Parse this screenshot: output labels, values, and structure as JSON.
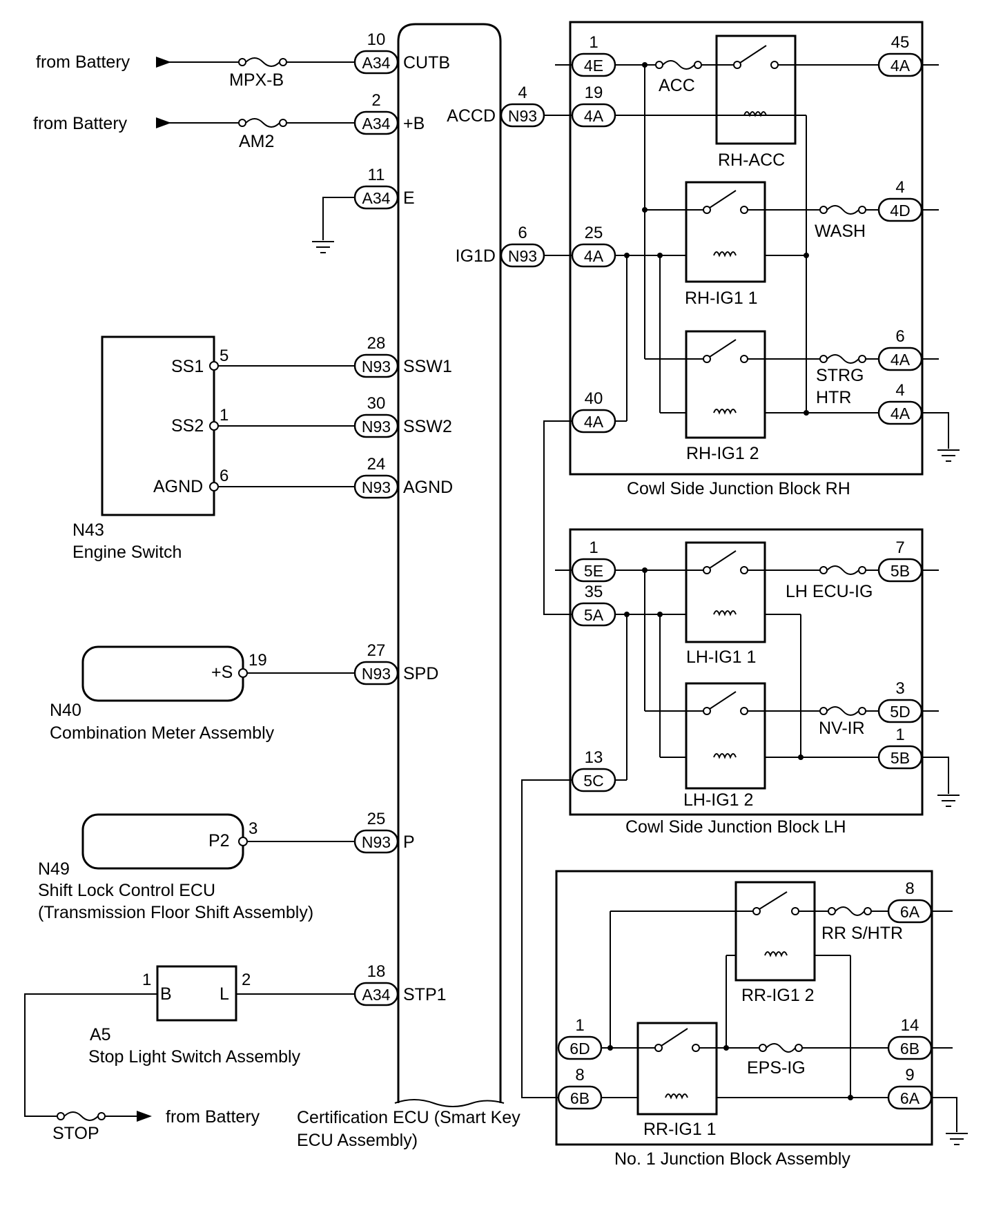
{
  "ecu": {
    "label_line1": "Certification ECU (Smart Key",
    "label_line2": "ECU Assembly)",
    "pins": [
      {
        "pin": "10",
        "conn": "A34",
        "name": "CUTB"
      },
      {
        "pin": "2",
        "conn": "A34",
        "name": "+B"
      },
      {
        "pin": "11",
        "conn": "A34",
        "name": "E"
      },
      {
        "pin": "28",
        "conn": "N93",
        "name": "SSW1"
      },
      {
        "pin": "30",
        "conn": "N93",
        "name": "SSW2"
      },
      {
        "pin": "24",
        "conn": "N93",
        "name": "AGND"
      },
      {
        "pin": "27",
        "conn": "N93",
        "name": "SPD"
      },
      {
        "pin": "25",
        "conn": "N93",
        "name": "P"
      },
      {
        "pin": "18",
        "conn": "A34",
        "name": "STP1"
      }
    ],
    "right_pins": [
      {
        "pin": "4",
        "conn": "N93",
        "name": "ACCD"
      },
      {
        "pin": "6",
        "conn": "N93",
        "name": "IG1D"
      }
    ]
  },
  "supplies": {
    "battery1": "from Battery",
    "battery2": "from Battery",
    "battery3": "from Battery",
    "fuse_mpxb": "MPX-B",
    "fuse_am2": "AM2",
    "fuse_stop": "STOP"
  },
  "engine_switch": {
    "code": "N43",
    "name": "Engine Switch",
    "pins": [
      {
        "name": "SS1",
        "pin": "5"
      },
      {
        "name": "SS2",
        "pin": "1"
      },
      {
        "name": "AGND",
        "pin": "6"
      }
    ]
  },
  "combination_meter": {
    "code": "N40",
    "name": "Combination Meter Assembly",
    "pin_name": "+S",
    "pin": "19"
  },
  "shift_lock": {
    "code": "N49",
    "name": "Shift Lock Control ECU",
    "name2": "(Transmission Floor Shift Assembly)",
    "pin_name": "P2",
    "pin": "3"
  },
  "stop_light": {
    "code": "A5",
    "name": "Stop Light Switch Assembly",
    "pin_b": "B",
    "pin_l": "L",
    "num_b": "1",
    "num_l": "2"
  },
  "jb_rh": {
    "title": "Cowl Side Junction Block RH",
    "relays": [
      "RH-ACC",
      "RH-IG1 1",
      "RH-IG1 2"
    ],
    "fuses": [
      "ACC",
      "WASH",
      "STRG",
      "HTR"
    ],
    "terminals": [
      {
        "pin": "1",
        "conn": "4E"
      },
      {
        "pin": "19",
        "conn": "4A"
      },
      {
        "pin": "25",
        "conn": "4A"
      },
      {
        "pin": "40",
        "conn": "4A"
      },
      {
        "pin": "45",
        "conn": "4A"
      },
      {
        "pin": "4",
        "conn": "4D"
      },
      {
        "pin": "6",
        "conn": "4A"
      },
      {
        "pin": "4",
        "conn": "4A"
      }
    ]
  },
  "jb_lh": {
    "title": "Cowl Side Junction Block LH",
    "relays": [
      "LH-IG1 1",
      "LH-IG1 2"
    ],
    "fuses": [
      "LH ECU-IG",
      "NV-IR"
    ],
    "terminals": [
      {
        "pin": "1",
        "conn": "5E"
      },
      {
        "pin": "35",
        "conn": "5A"
      },
      {
        "pin": "13",
        "conn": "5C"
      },
      {
        "pin": "7",
        "conn": "5B"
      },
      {
        "pin": "3",
        "conn": "5D"
      },
      {
        "pin": "1",
        "conn": "5B"
      }
    ]
  },
  "jb_no1": {
    "title": "No. 1 Junction Block Assembly",
    "relays": [
      "RR-IG1 2",
      "RR-IG1 1"
    ],
    "fuses": [
      "RR S/HTR",
      "EPS-IG"
    ],
    "terminals": [
      {
        "pin": "1",
        "conn": "6D"
      },
      {
        "pin": "8",
        "conn": "6B"
      },
      {
        "pin": "8",
        "conn": "6A"
      },
      {
        "pin": "14",
        "conn": "6B"
      },
      {
        "pin": "9",
        "conn": "6A"
      }
    ]
  }
}
